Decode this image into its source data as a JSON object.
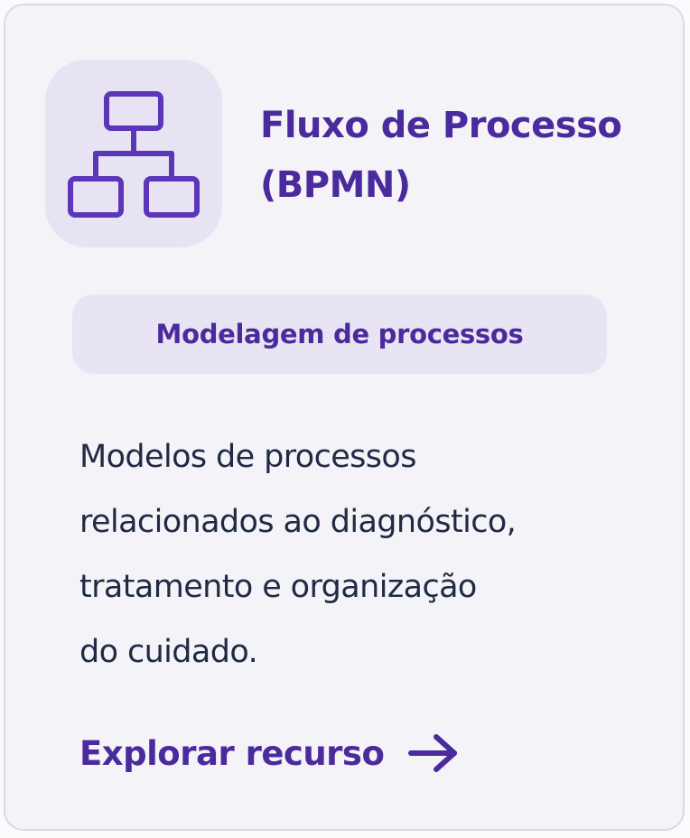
{
  "card": {
    "icon": "process-flow-icon",
    "title_line1": "Fluxo de Processo",
    "title_line2": "(BPMN)",
    "tag": "Modelagem de processos",
    "description_lines": [
      "Modelos de processos",
      "relacionados ao diagnóstico,",
      "tratamento e organização",
      "do cuidado."
    ],
    "cta_label": "Explorar recurso",
    "cta_icon": "arrow-right-icon"
  },
  "colors": {
    "accent": "#4a2a9c",
    "icon_stroke": "#5b36b8",
    "tile_background": "#e7e3f2",
    "card_background": "#f4f3f8",
    "body_text": "#1f2a44"
  }
}
